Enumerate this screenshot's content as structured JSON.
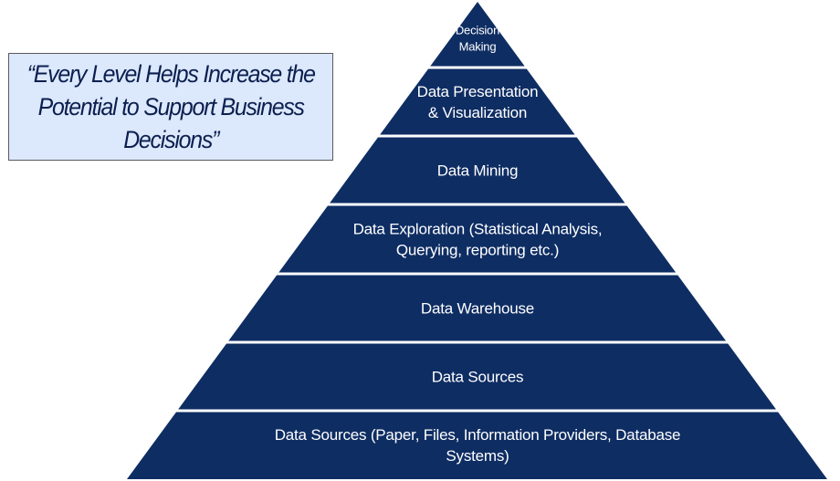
{
  "quote": {
    "line1": "“Every Level Helps Increase the",
    "line2": "Potential to Support Business",
    "line3": "Decisions”"
  },
  "pyramid": {
    "fill_color": "#0e2d63",
    "separator_color": "#ffffff",
    "text_color": "#ffffff",
    "levels": [
      {
        "lines": [
          "Decision",
          "Making"
        ]
      },
      {
        "lines": [
          "Data Presentation",
          "& Visualization"
        ]
      },
      {
        "lines": [
          "Data Mining"
        ]
      },
      {
        "lines": [
          "Data Exploration (Statistical Analysis,",
          "Querying, reporting etc.)"
        ]
      },
      {
        "lines": [
          "Data Warehouse"
        ]
      },
      {
        "lines": [
          "Data Sources"
        ]
      },
      {
        "lines": [
          "Data Sources (Paper, Files, Information Providers, Database",
          "Systems)"
        ]
      }
    ]
  }
}
